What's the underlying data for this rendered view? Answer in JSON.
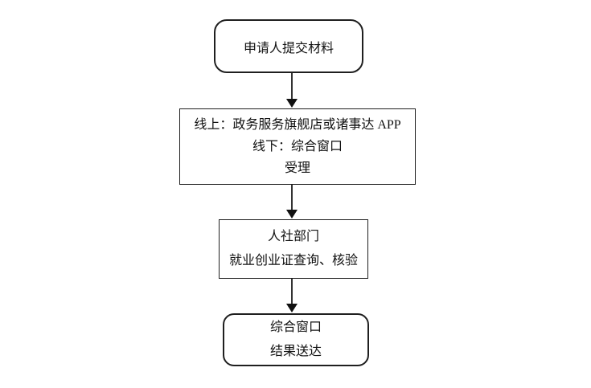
{
  "page": {
    "background": "#ffffff"
  },
  "colors": {
    "node_border": "#1f1f1f",
    "node_fill": "#ffffff",
    "text": "#111111",
    "arrow_line": "#333333",
    "arrow_head": "#111111"
  },
  "flowchart": {
    "nodes": [
      {
        "id": "start",
        "shape": "rounded-rectangle",
        "lines": [
          "申请人提交材料"
        ]
      },
      {
        "id": "acceptance",
        "shape": "rectangle",
        "lines": [
          "线上：政务服务旗舰店或诸事达 APP",
          "线下：综合窗口",
          "受理"
        ]
      },
      {
        "id": "verification",
        "shape": "rectangle",
        "lines": [
          "人社部门",
          "就业创业证查询、核验"
        ]
      },
      {
        "id": "delivery",
        "shape": "rounded-rectangle",
        "lines": [
          "综合窗口",
          "结果送达"
        ]
      }
    ],
    "connectors": [
      {
        "from": "start",
        "to": "acceptance",
        "style": "solid-arrow-down"
      },
      {
        "from": "acceptance",
        "to": "verification",
        "style": "solid-arrow-down"
      },
      {
        "from": "verification",
        "to": "delivery",
        "style": "solid-arrow-down"
      }
    ]
  }
}
